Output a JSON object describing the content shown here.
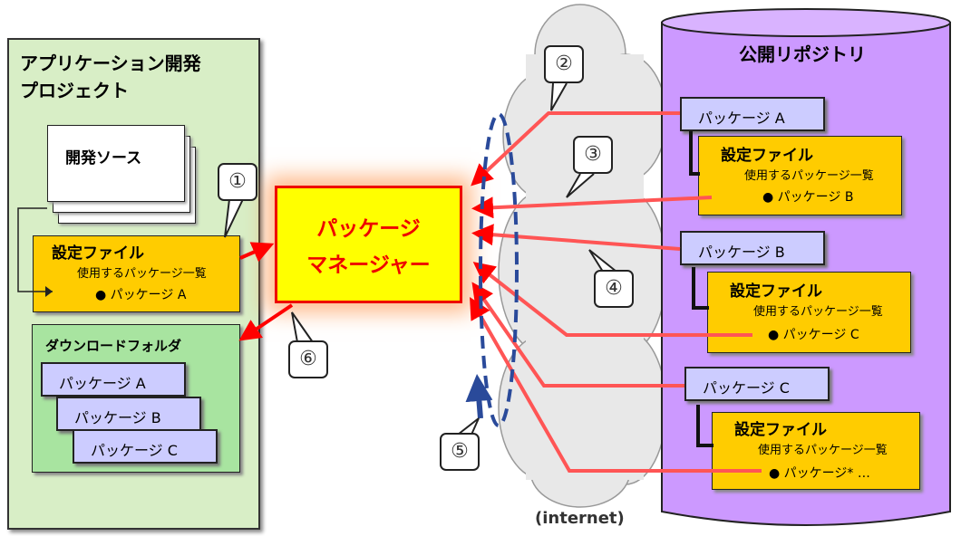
{
  "project": {
    "title_line1": "アプリケーション開発",
    "title_line2": "プロジェクト",
    "source_label": "開発ソース",
    "config": {
      "title": "設定ファイル",
      "subtitle": "使用するパッケージ一覧",
      "item": "● パッケージ A"
    },
    "download_folder": {
      "title": "ダウンロードフォルダ",
      "packages": [
        "パッケージ A",
        "パッケージ B",
        "パッケージ C"
      ]
    }
  },
  "manager": {
    "line1": "パッケージ",
    "line2": "マネージャー"
  },
  "internet_label": "(internet)",
  "repository": {
    "title": "公開リポジトリ",
    "packages": [
      {
        "name": "パッケージ A",
        "config_title": "設定ファイル",
        "config_subtitle": "使用するパッケージ一覧",
        "config_item": "● パッケージ B"
      },
      {
        "name": "パッケージ B",
        "config_title": "設定ファイル",
        "config_subtitle": "使用するパッケージ一覧",
        "config_item": "● パッケージ C"
      },
      {
        "name": "パッケージ C",
        "config_title": "設定ファイル",
        "config_subtitle": "使用するパッケージ一覧",
        "config_item": "● パッケージ*  …"
      }
    ]
  },
  "steps": [
    "①",
    "②",
    "③",
    "④",
    "⑤",
    "⑥"
  ],
  "colors": {
    "project_bg": "#d8eec6",
    "config": "#ffcc00",
    "package": "#ccccff",
    "repository": "#cc99ff",
    "manager": "#ffff00",
    "arrow": "#ff0000",
    "folder": "#a8e4a0"
  }
}
